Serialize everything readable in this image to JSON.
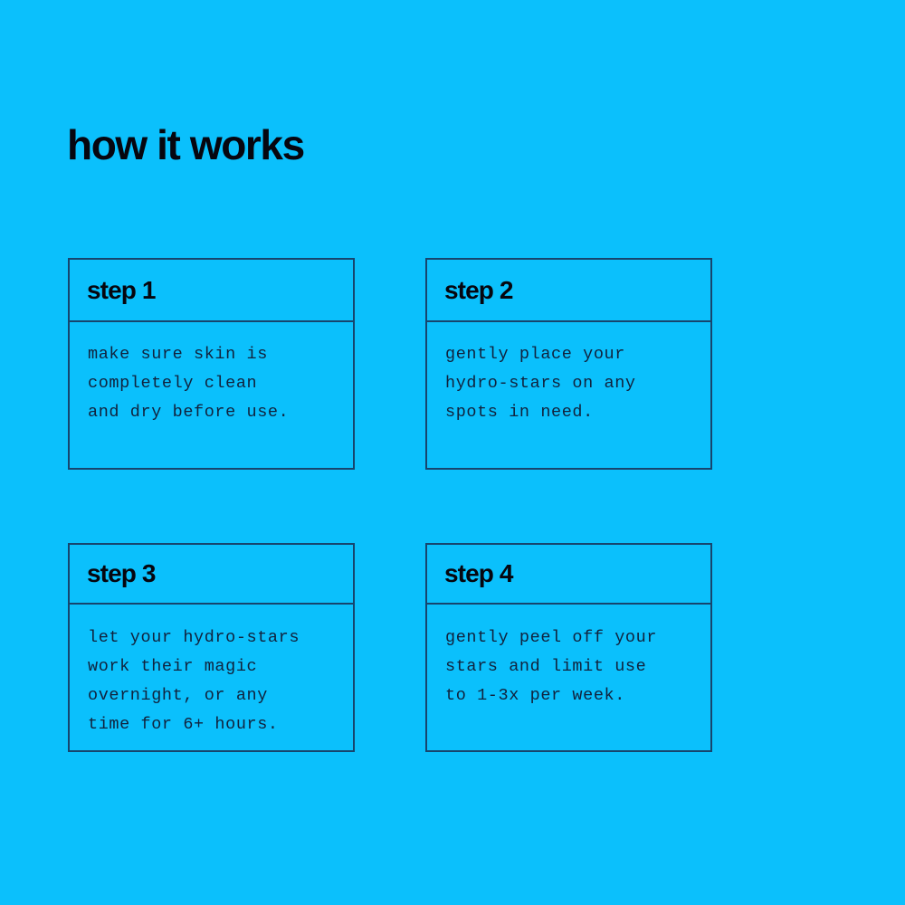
{
  "page": {
    "title": "how it works",
    "background_color": "#0bc0fc",
    "border_color": "#17456e",
    "text_color": "#06060f",
    "body_text_color": "#11223d"
  },
  "cards": [
    {
      "header": "step 1",
      "lines": [
        "make sure skin is",
        "completely clean",
        "and dry before use."
      ]
    },
    {
      "header": "step 2",
      "lines": [
        "gently place your",
        "hydro-stars on any",
        "spots in need."
      ]
    },
    {
      "header": "step 3",
      "lines": [
        "let your hydro-stars",
        "work their magic",
        "overnight, or any",
        "time for 6+ hours."
      ]
    },
    {
      "header": "step 4",
      "lines": [
        "gently peel off your",
        "stars and limit use",
        "to 1-3x per week."
      ]
    }
  ]
}
